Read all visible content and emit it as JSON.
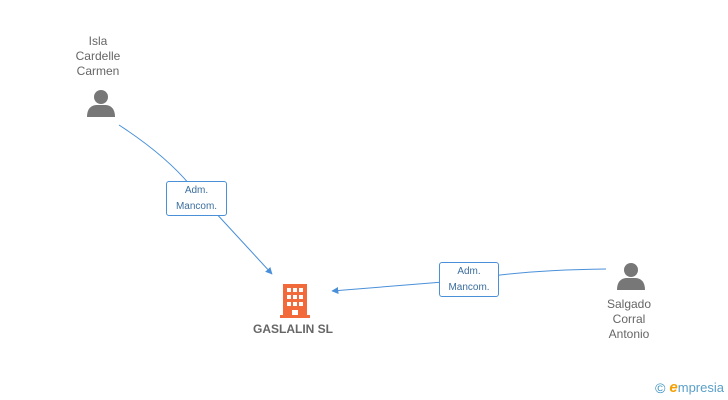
{
  "nodes": {
    "person1": {
      "name_lines": [
        "Isla",
        "Cardelle",
        "Carmen"
      ],
      "icon": "person-icon"
    },
    "person2": {
      "name_lines": [
        "Salgado",
        "Corral",
        "Antonio"
      ],
      "icon": "person-icon"
    },
    "company": {
      "name": "GASLALIN SL",
      "icon": "building-icon",
      "color": "#f26a3a"
    }
  },
  "edges": [
    {
      "from": "person1",
      "to": "company",
      "label_lines": [
        "Adm.",
        "Mancom."
      ]
    },
    {
      "from": "person2",
      "to": "company",
      "label_lines": [
        "Adm.",
        "Mancom."
      ]
    }
  ],
  "footer": {
    "copyright_symbol": "©",
    "brand_initial": "e",
    "brand_rest": "mpresia"
  },
  "colors": {
    "edge": "#4a90d9",
    "person": "#777777",
    "text": "#666666"
  }
}
